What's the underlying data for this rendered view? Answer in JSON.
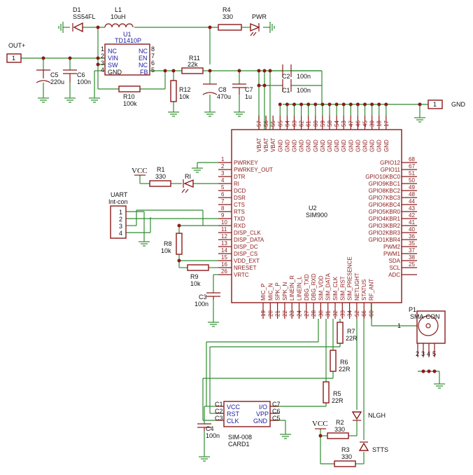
{
  "components": {
    "d1": {
      "ref": "D1",
      "value": "SS54FL"
    },
    "l1": {
      "ref": "L1",
      "value": "10uH"
    },
    "r4": {
      "ref": "R4",
      "value": "330"
    },
    "pwr": {
      "label": "PWR"
    },
    "u1": {
      "ref": "U1",
      "value": "TD1410P",
      "pins_left": [
        "NC",
        "VIN",
        "SW",
        "GND"
      ],
      "pins_right": [
        "NC",
        "EN",
        "NC",
        "FB"
      ],
      "nums_left": [
        "1",
        "2",
        "3",
        "4"
      ],
      "nums_right": [
        "8",
        "7",
        "6",
        "5"
      ]
    },
    "out_conn": {
      "label": "OUT+",
      "pin": "1"
    },
    "gnd_conn": {
      "label": "GND",
      "pin": "1"
    },
    "c5": {
      "ref": "C5",
      "value": "220u"
    },
    "c6": {
      "ref": "C6",
      "value": "100n"
    },
    "r10": {
      "ref": "R10",
      "value": "100k"
    },
    "r11": {
      "ref": "R11",
      "value": "22k"
    },
    "r12": {
      "ref": "R12",
      "value": "10k"
    },
    "c8": {
      "ref": "C8",
      "value": "470u"
    },
    "c7": {
      "ref": "C7",
      "value": "1u"
    },
    "c2": {
      "ref": "C2",
      "value": "100n"
    },
    "c1": {
      "ref": "C1",
      "value": "100n"
    },
    "vcc1": {
      "label": "VCC"
    },
    "r1": {
      "ref": "R1",
      "value": "330"
    },
    "ri_led": {
      "label": "RI"
    },
    "uart": {
      "ref": "UART",
      "value": "Int-con",
      "pins": [
        "1",
        "2",
        "3",
        "4"
      ]
    },
    "r8": {
      "ref": "R8",
      "value": "10k"
    },
    "r9": {
      "ref": "R9",
      "value": "10k"
    },
    "c3": {
      "ref": "C3",
      "value": "100n"
    },
    "u2": {
      "ref": "U2",
      "value": "SIM900",
      "top_pins": [
        {
          "name": "VBAT",
          "num": "57"
        },
        {
          "name": "VBAT",
          "num": "56"
        },
        {
          "name": "VBAT",
          "num": "55"
        },
        {
          "name": "GND",
          "num": "65"
        },
        {
          "name": "GND",
          "num": "64"
        },
        {
          "name": "GND",
          "num": "63"
        },
        {
          "name": "GND",
          "num": "62"
        },
        {
          "name": "GND",
          "num": "61"
        },
        {
          "name": "GND",
          "num": "60"
        },
        {
          "name": "GND",
          "num": "59"
        },
        {
          "name": "GND",
          "num": "58"
        },
        {
          "name": "GND",
          "num": "54"
        },
        {
          "name": "GND",
          "num": "53"
        },
        {
          "name": "GND",
          "num": "47"
        },
        {
          "name": "GND",
          "num": "46"
        },
        {
          "name": "GND",
          "num": "45"
        },
        {
          "name": "GND",
          "num": "39"
        },
        {
          "name": "GND",
          "num": "18"
        },
        {
          "name": "GND",
          "num": "17"
        }
      ],
      "left_pins": [
        {
          "name": "PWRKEY",
          "num": "1"
        },
        {
          "name": "PWRKEY_OUT",
          "num": "2"
        },
        {
          "name": "DTR",
          "num": "3"
        },
        {
          "name": "RI",
          "num": "4"
        },
        {
          "name": "DCD",
          "num": "5"
        },
        {
          "name": "DSR",
          "num": "6"
        },
        {
          "name": "CTS",
          "num": "7"
        },
        {
          "name": "RTS",
          "num": "8"
        },
        {
          "name": "TXD",
          "num": "9"
        },
        {
          "name": "RXD",
          "num": "10"
        },
        {
          "name": "DISP_CLK",
          "num": "11"
        },
        {
          "name": "DISP_DATA",
          "num": "12"
        },
        {
          "name": "DISP_DC",
          "num": "13"
        },
        {
          "name": "DISP_CS",
          "num": "14"
        },
        {
          "name": "VDD_EXT",
          "num": "15"
        },
        {
          "name": "NRESET",
          "num": "16"
        },
        {
          "name": "VRTC",
          "num": "26"
        }
      ],
      "right_pins": [
        {
          "name": "GPIO12",
          "num": "68"
        },
        {
          "name": "GPIO11",
          "num": "67"
        },
        {
          "name": "GPIO10KBC0",
          "num": "51"
        },
        {
          "name": "GPIO9KBC1",
          "num": "50"
        },
        {
          "name": "GPIO8KBC2",
          "num": "49"
        },
        {
          "name": "GPIO7KBC3",
          "num": "48"
        },
        {
          "name": "GPIO6KBC4",
          "num": "44"
        },
        {
          "name": "GPIO5KBR0",
          "num": "43"
        },
        {
          "name": "GPIO4KBR1",
          "num": "42"
        },
        {
          "name": "GPIO3KBR2",
          "num": "41"
        },
        {
          "name": "GPIO2KBR3",
          "num": "40"
        },
        {
          "name": "GPIO1KBR4",
          "num": "36"
        },
        {
          "name": "PWM2",
          "num": "35"
        },
        {
          "name": "PWM1",
          "num": "37"
        },
        {
          "name": "SDA",
          "num": "38"
        },
        {
          "name": "SCL",
          "num": "25"
        },
        {
          "name": "ADC",
          "num": ""
        }
      ],
      "bottom_pins": [
        {
          "name": "MIC_P",
          "num": "19"
        },
        {
          "name": "MIC_N",
          "num": "20"
        },
        {
          "name": "SPK_P",
          "num": "21"
        },
        {
          "name": "SPK_N",
          "num": "22"
        },
        {
          "name": "LINEIN_R",
          "num": "23"
        },
        {
          "name": "LINEIN_L",
          "num": "24"
        },
        {
          "name": "DBG_TXD",
          "num": "27"
        },
        {
          "name": "DBG_RXD",
          "num": "28"
        },
        {
          "name": "SIM_VDD",
          "num": "30"
        },
        {
          "name": "SIM_DATA",
          "num": "31"
        },
        {
          "name": "SIM_CLK",
          "num": "32"
        },
        {
          "name": "SIM_RST",
          "num": "33"
        },
        {
          "name": "SIM_PRESENCE",
          "num": "34"
        },
        {
          "name": "NETLIGHT",
          "num": "52"
        },
        {
          "name": "STATUS",
          "num": "66"
        },
        {
          "name": "RF_ANT",
          "num": "60"
        }
      ]
    },
    "p1": {
      "ref": "P1",
      "value": "SMA-CON",
      "pin1": "1",
      "pins": [
        "2",
        "3",
        "4",
        "5"
      ]
    },
    "r7": {
      "ref": "R7",
      "value": "22R"
    },
    "r6": {
      "ref": "R6",
      "value": "22R"
    },
    "r5": {
      "ref": "R5",
      "value": "22R"
    },
    "card1": {
      "ref": "CARD1",
      "value": "SIM-008",
      "pins_left": [
        "VCC",
        "RST",
        "CLK"
      ],
      "nums_left": [
        "C1",
        "C2",
        "C3"
      ],
      "pins_right": [
        "I/O",
        "VPP",
        "GND"
      ],
      "nums_right": [
        "C7",
        "C6",
        "C5"
      ]
    },
    "c4": {
      "ref": "C4",
      "value": "100n"
    },
    "vcc2": {
      "label": "VCC"
    },
    "r2": {
      "ref": "R2",
      "value": "330"
    },
    "nlgh": {
      "label": "NLGH"
    },
    "r3": {
      "ref": "R3",
      "value": "330"
    },
    "stts": {
      "label": "STTS"
    }
  }
}
